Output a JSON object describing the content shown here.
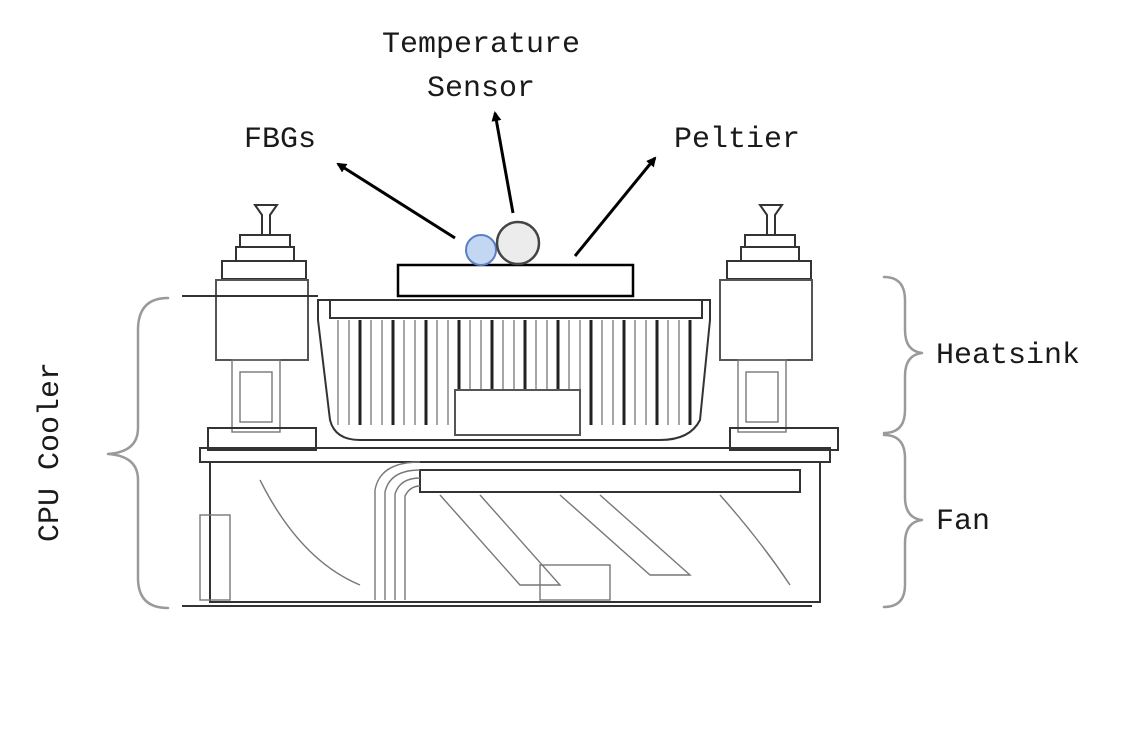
{
  "labels": {
    "temperature_line1": "Temperature",
    "temperature_line2": "Sensor",
    "fbgs": "FBGs",
    "peltier": "Peltier",
    "heatsink": "Heatsink",
    "fan": "Fan",
    "cpu_cooler": "CPU Cooler"
  },
  "colors": {
    "fbg_fill": "#c3d6f2",
    "fbg_stroke": "#5b7fc4",
    "sensor_fill": "#ececec",
    "brace": "#9a9a9a",
    "arrow": "#000000"
  }
}
